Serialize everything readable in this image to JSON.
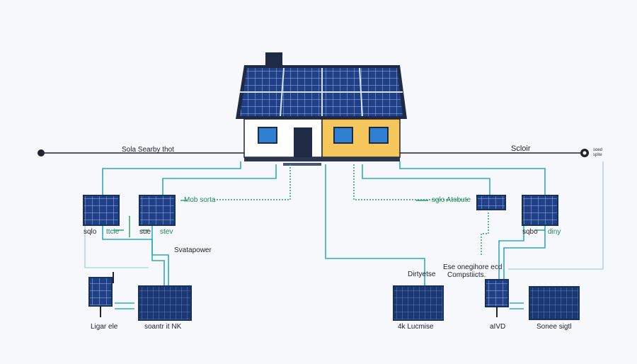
{
  "labels": {
    "main_line_left": "Sola Searby thot",
    "main_line_right": "Scloir",
    "right_terminal_note_1": "soed",
    "right_terminal_note_2": "spite",
    "mob_sorta": "Mob sorta",
    "sglo_atobute": "sglo Atobute",
    "sqlo_ttcie": "sqlo",
    "sqlo_ttcie_2": "ttcie",
    "sue_stev": "sue",
    "sue_stev_2": "stev",
    "evatapower": "Svatapower",
    "sqbo_diny": "sqbo",
    "sqbo_diny_2": "diny",
    "dirtyetse": "Dirtyetse",
    "ese_note_1": "Ese onegihore ecd",
    "ese_note_2": "Compstiicts.",
    "ligar_ele": "Ligar ele",
    "soantr_nk": "soantr it NK",
    "lucmise": "4k Lucmise",
    "aivd": "aIVD",
    "sonee_sigtl": "Sonee sigtl"
  },
  "colors": {
    "panel_blue": "#1f3f86",
    "panel_dark": "#16305f",
    "wire_teal": "#2ea8c8",
    "wire_green": "#21a064",
    "text_green": "#1f8a5b",
    "house_yellow": "#f4c65c",
    "line_dark": "#20242e"
  }
}
